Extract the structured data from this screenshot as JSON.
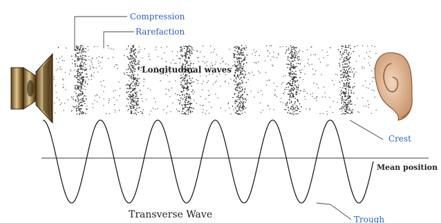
{
  "labels": {
    "compression": "Compression",
    "rarefaction": "Rarefaction",
    "longitudinal": "Longitudinal waves",
    "crest": "Crest",
    "mean_position": "Mean position",
    "transverse": "Transverse Wave",
    "trough": "Trough"
  },
  "icons": [
    "speaker-icon",
    "ear-icon"
  ],
  "colors": {
    "label_blue": "#2a5fc4",
    "ink": "#222222",
    "particles": "#555555"
  },
  "longitudinal_compressions": 6,
  "transverse_cycles": 6
}
